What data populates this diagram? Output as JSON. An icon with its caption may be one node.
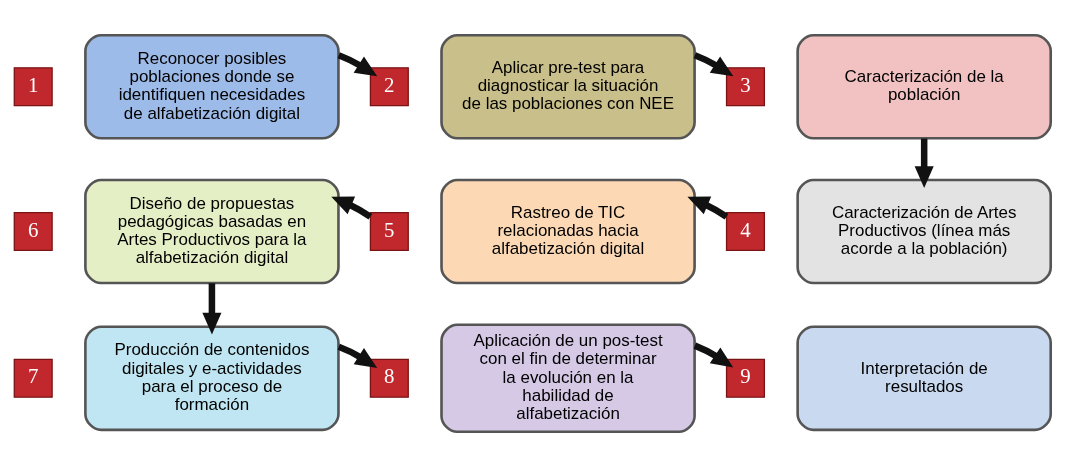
{
  "diagram": {
    "nodes": [
      {
        "text": [
          "1"
        ]
      },
      {
        "text": [
          "Reconocer posibles poblaciones donde se identifiquen necesidades de alfabetización digital"
        ]
      },
      {
        "text": [
          "2"
        ]
      },
      {
        "text": [
          "Aplicar pre-test para diagnosticar la situación de las poblaciones con NEE"
        ]
      },
      {
        "text": [
          "3"
        ]
      },
      {
        "text": [
          "Caracterización de la población"
        ]
      },
      {
        "text": [
          "6"
        ]
      },
      {
        "text": [
          "Diseño de propuestas pedagógicas basadas en Artes Productivos para la alfabetización digital"
        ]
      },
      {
        "text": [
          "5"
        ]
      },
      {
        "text": [
          "Rastreo de TIC relacionadas hacia alfabetización digital"
        ]
      },
      {
        "text": [
          "4"
        ]
      },
      {
        "text": [
          "Caracterización de Artes Productivos (línea más acorde a la población)"
        ]
      },
      {
        "text": [
          "7"
        ]
      },
      {
        "text": [
          "Producción de contenidos digitales y e-actividades para el proceso de formación"
        ]
      },
      {
        "text": [
          "8"
        ]
      },
      {
        "text": [
          "Aplicación de un pos-test con el fin de determinar la evolución en la habilidad de alfabetización"
        ]
      },
      {
        "text": [
          "9"
        ]
      },
      {
        "text": [
          "Interpretación de resultados"
        ]
      }
    ],
    "edges": [
      {
        "from": 1,
        "to": 2,
        "arrow": "to"
      },
      {
        "from": 3,
        "to": 4,
        "arrow": "to"
      },
      {
        "from": 5,
        "to": 11,
        "arrow": "to"
      },
      {
        "from": 10,
        "to": 9,
        "arrow": "to"
      },
      {
        "from": 8,
        "to": 7,
        "arrow": "to"
      },
      {
        "from": 7,
        "to": 13,
        "arrow": "to"
      },
      {
        "from": 13,
        "to": 14,
        "arrow": "to"
      },
      {
        "from": 15,
        "to": 16,
        "arrow": "to"
      }
    ]
  }
}
